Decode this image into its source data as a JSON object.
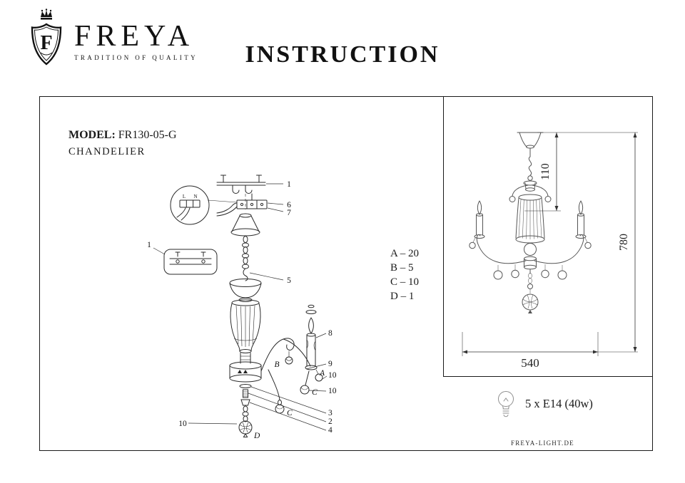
{
  "colors": {
    "ink": "#1a1a1a",
    "line": "#2a2a2a",
    "gray_line": "#555555"
  },
  "header": {
    "brand": "FREYA",
    "monogram": "F",
    "tagline": "TRADITION OF QUALITY",
    "title": "INSTRUCTION"
  },
  "product": {
    "model_label": "MODEL:",
    "model_value": "FR130-05-G",
    "type_label": "CHANDELIER"
  },
  "parts_counts": {
    "a": "A – 20",
    "b": "B – 5",
    "c": "C – 10",
    "d": "D – 1"
  },
  "exploded": {
    "callout_top_1": "1",
    "callout_6": "6",
    "callout_7": "7",
    "callout_5": "5",
    "callout_left_1": "1",
    "callout_8": "8",
    "callout_9": "9",
    "callout_10_a": "10",
    "callout_10_b": "10",
    "callout_10_left": "10",
    "callout_3": "3",
    "callout_2": "2",
    "callout_4": "4",
    "letter_b": "B",
    "letter_a": "A",
    "letter_c1": "C",
    "letter_c2": "C",
    "letter_d": "D",
    "wire_l": "L",
    "wire_n": "N"
  },
  "dimensions": {
    "drop": "110",
    "height": "780",
    "width": "540"
  },
  "bulb": {
    "spec": "5 x E14 (40w)"
  },
  "footer": {
    "website": "FREYA-LIGHT.DE"
  }
}
